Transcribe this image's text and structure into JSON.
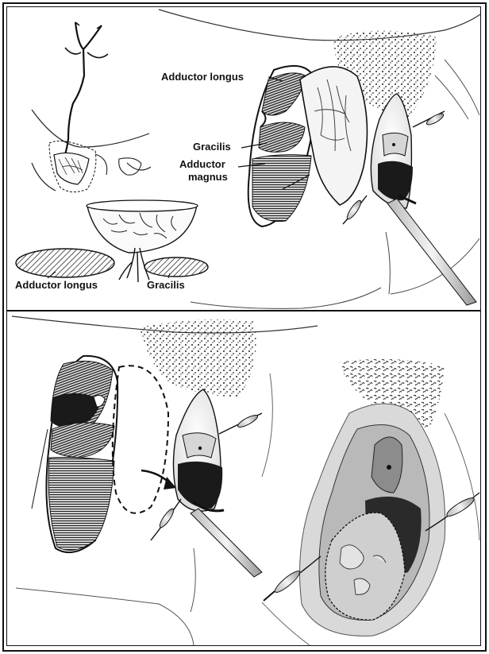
{
  "labels": {
    "adductor_longus_top": "Adductor longus",
    "gracilis_top": "Gracilis",
    "adductor_magnus_line1": "Adductor",
    "adductor_magnus_line2": "magnus",
    "adductor_longus_schematic": "Adductor longus",
    "gracilis_schematic": "Gracilis"
  },
  "colors": {
    "ink": "#111111",
    "muscle_dark": "#1a1a1a",
    "skin_shade": "#e6e6e6",
    "flap": "#f2f2f2"
  }
}
